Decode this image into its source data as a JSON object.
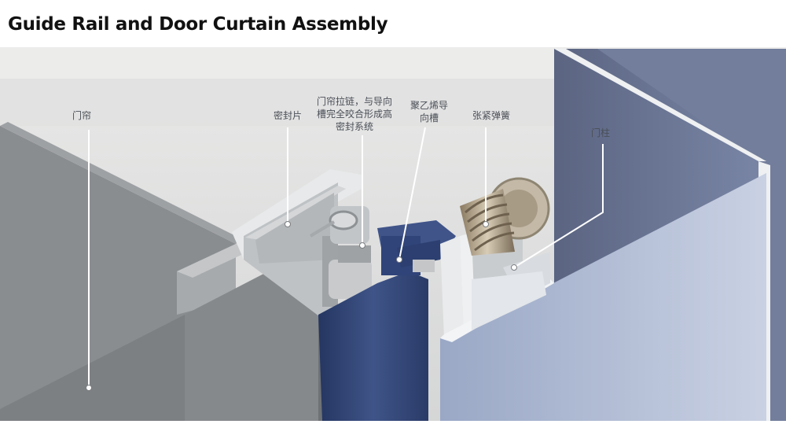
{
  "header": {
    "title": "Guide Rail and Door Curtain Assembly"
  },
  "callouts": [
    {
      "id": "door-curtain",
      "text": "门帘"
    },
    {
      "id": "seal-strip",
      "text": "密封片"
    },
    {
      "id": "zipper",
      "lines": [
        "门帘拉链，与导向",
        "槽完全咬合形成高",
        "密封系统"
      ]
    },
    {
      "id": "pe-guide",
      "lines": [
        "聚乙烯导",
        "向槽"
      ]
    },
    {
      "id": "tension-spring",
      "text": "张紧弹簧"
    },
    {
      "id": "door-post",
      "text": "门柱"
    }
  ],
  "colors": {
    "wall_light": "#c9cccf",
    "curtain": "#7e8285",
    "guide_blue": "#2f4270",
    "post_blue": "#b8c3db",
    "rail_white": "#e9ebec"
  }
}
